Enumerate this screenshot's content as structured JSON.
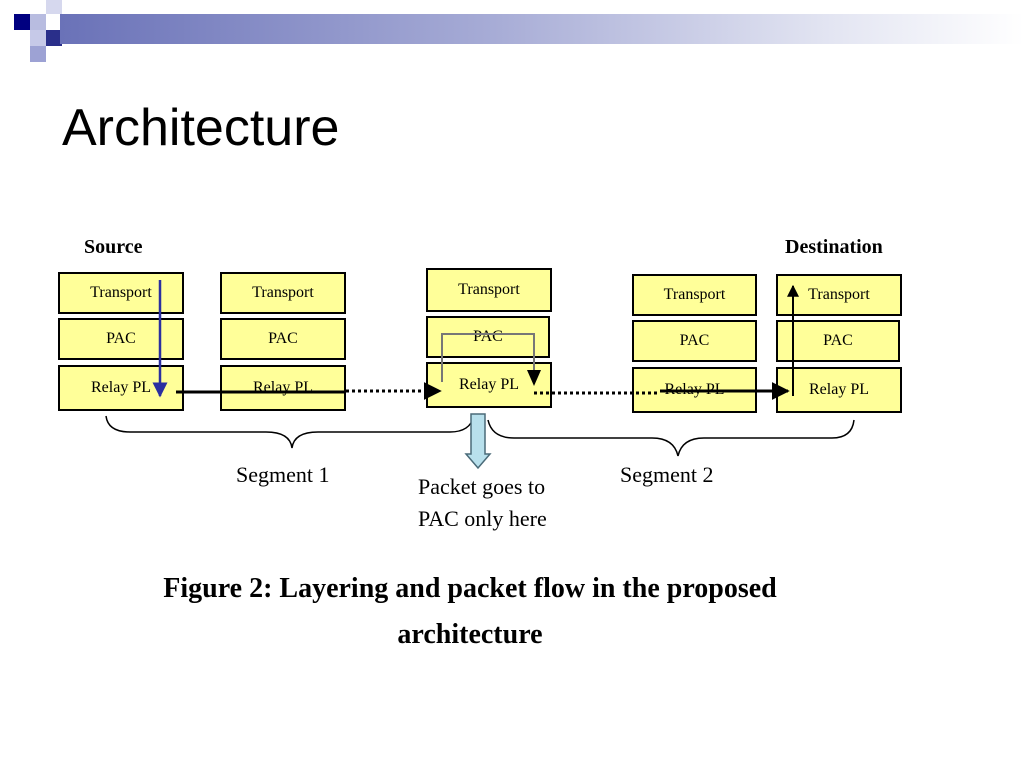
{
  "slide": {
    "title": "Architecture"
  },
  "diagram": {
    "source_label": "Source",
    "destination_label": "Destination",
    "nodes": [
      {
        "layers": [
          "Transport",
          "PAC",
          "Relay PL"
        ]
      },
      {
        "layers": [
          "Transport",
          "PAC",
          "Relay PL"
        ]
      },
      {
        "layers": [
          "Transport",
          "PAC",
          "Relay PL"
        ]
      },
      {
        "layers": [
          "Transport",
          "PAC",
          "Relay PL"
        ]
      },
      {
        "layers": [
          "Transport",
          "PAC",
          "Relay PL"
        ]
      }
    ],
    "segment1_label": "Segment 1",
    "segment2_label": "Segment 2",
    "note_line1": "Packet goes to",
    "note_line2": "PAC only here",
    "caption_line1": "Figure 2: Layering and packet flow in the proposed",
    "caption_line2": "architecture"
  }
}
